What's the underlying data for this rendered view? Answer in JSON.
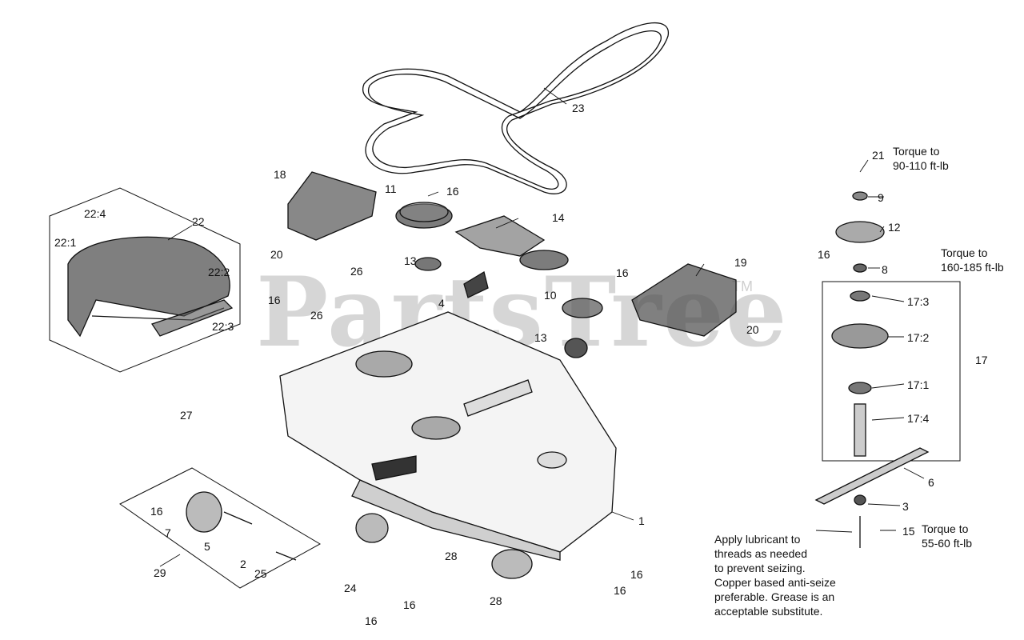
{
  "watermark": {
    "brand": "PartsTree",
    "tm": "TM"
  },
  "callouts": {
    "c1": "1",
    "c2": "2",
    "c3": "3",
    "c4": "4",
    "c5": "5",
    "c6": "6",
    "c7": "7",
    "c8": "8",
    "c9": "9",
    "c10": "10",
    "c11": "11",
    "c12": "12",
    "c13a": "13",
    "c13b": "13",
    "c14": "14",
    "c15": "15",
    "c16a": "16",
    "c16b": "16",
    "c16c": "16",
    "c16d": "16",
    "c16e": "16",
    "c16f": "16",
    "c16g": "16",
    "c16h": "16",
    "c16i": "16",
    "c17": "17",
    "c17_1": "17:1",
    "c17_2": "17:2",
    "c17_3": "17:3",
    "c17_4": "17:4",
    "c18": "18",
    "c19": "19",
    "c20a": "20",
    "c20b": "20",
    "c21": "21",
    "c22": "22",
    "c22_1": "22:1",
    "c22_2": "22:2",
    "c22_3": "22:3",
    "c22_4": "22:4",
    "c23": "23",
    "c24": "24",
    "c25": "25",
    "c26a": "26",
    "c26b": "26",
    "c27": "27",
    "c28a": "28",
    "c28b": "28",
    "c29": "29"
  },
  "notes": {
    "torque_21": [
      "Torque to",
      "90-110 ft-lb"
    ],
    "torque_17": [
      "Torque to",
      "160-185 ft-lb"
    ],
    "torque_15": [
      "Torque to",
      "55-60 ft-lb"
    ],
    "lubricant": [
      "Apply lubricant to",
      "threads as needed",
      "to prevent seizing.",
      "Copper based anti-seize",
      "preferable. Grease is an",
      "acceptable substitute."
    ]
  }
}
